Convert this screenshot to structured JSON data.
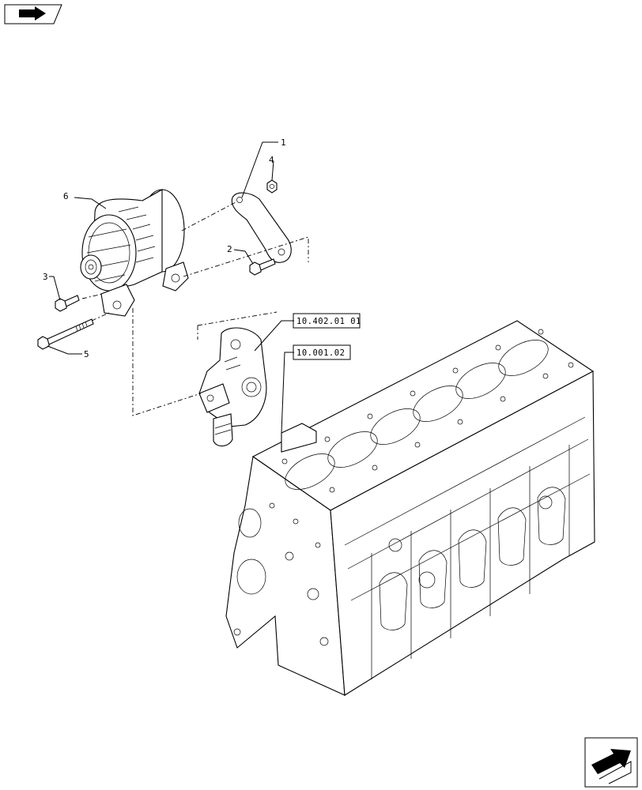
{
  "callouts": [
    {
      "id": "1",
      "label": "1"
    },
    {
      "id": "2",
      "label": "2"
    },
    {
      "id": "3",
      "label": "3"
    },
    {
      "id": "4",
      "label": "4"
    },
    {
      "id": "5",
      "label": "5"
    },
    {
      "id": "6",
      "label": "6"
    }
  ],
  "references": {
    "ref_a": "10.402.01 01",
    "ref_b": "10.001.02"
  },
  "icons": {
    "top_left": "book-arrow-icon",
    "bottom_right": "next-page-arrow-icon"
  },
  "colors": {
    "line": "#000000",
    "background": "#ffffff"
  }
}
